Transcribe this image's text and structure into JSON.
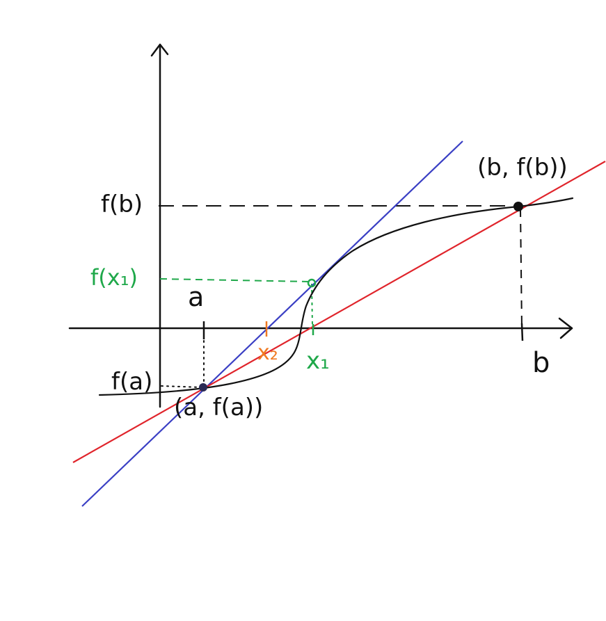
{
  "labels": {
    "f_b": "f(b)",
    "f_x1": "f(x₁)",
    "f_a": "f(a)",
    "a": "a",
    "b": "b",
    "x1": "x₁",
    "x2": "x₂",
    "point_a": "(a, f(a))",
    "point_b": "(b, f(b))"
  },
  "colors": {
    "axes": "#111111",
    "curve": "#111111",
    "tangent_line": "#3a3fc4",
    "secant_line": "#e0242b",
    "x1_guides": "#1fa84a",
    "x2_mark": "#f07a22",
    "background": "#ffffff"
  }
}
